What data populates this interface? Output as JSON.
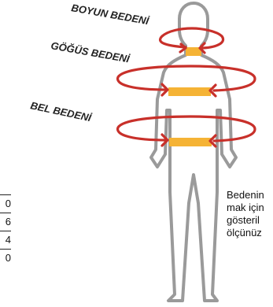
{
  "labels": {
    "neck": "BOYUN BEDENİ",
    "chest": "GÖĞÜS BEDENİ",
    "waist": "BEL BEDENİ"
  },
  "side_table": {
    "cells": [
      "0",
      "6",
      "4",
      "0"
    ]
  },
  "instructions": {
    "lines": [
      "Bedenin",
      "mak için",
      "gösteril",
      "ölçünüz"
    ]
  },
  "colors": {
    "body_outline": "#9a9a9a",
    "measure_band": "#f5b335",
    "arrow": "#c8302a",
    "label_text": "#222222"
  }
}
